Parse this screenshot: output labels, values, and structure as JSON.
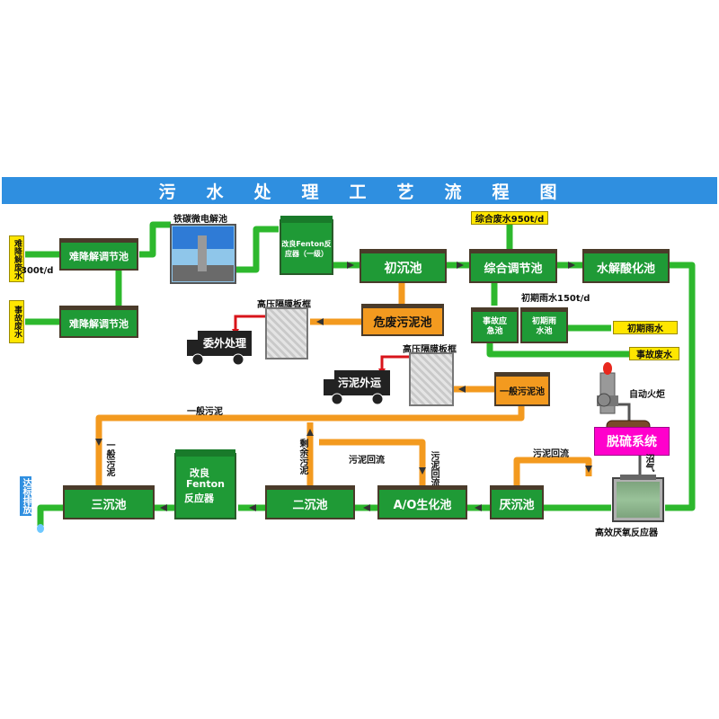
{
  "title": "污水处理工艺流程图",
  "inputs": {
    "nanjiang_label": "难降解废水",
    "nanjiang_flow": "300t/d",
    "accident_label": "事故废水",
    "comprehensive_label": "综合废水950t/d",
    "initial_rain_flow": "初期雨水150t/d",
    "initial_rain_label": "初期雨水",
    "accident_label_right": "事故废水"
  },
  "units": {
    "nanjiang_tank1": "难降解调节池",
    "nanjiang_tank2": "难降解调节池",
    "iron_carbon": "铁碳微电解池",
    "fenton1": "改良Fenton反应器（一级）",
    "primary_settling": "初沉池",
    "comprehensive_tank": "综合调节池",
    "hydrolysis": "水解酸化池",
    "hazardous_sludge": "危废污泥池",
    "accident_pool": "事故应急池",
    "rain_pool": "初期雨水池",
    "filter_press_1": "高压隔膜板框",
    "filter_press_2": "高压隔膜板框",
    "truck_outsource": "委外处理",
    "truck_transport": "污泥外运",
    "general_sludge_pool": "一般污泥池",
    "flare": "自动火炬",
    "desulfurization": "脱硫系统",
    "biogas": "沼气",
    "anaerobic_reactor": "高效厌氧反应器",
    "anaerobic_settling": "厌沉池",
    "ao_bio": "A/O生化池",
    "secondary_settling": "二沉池",
    "fenton2_line1": "改良",
    "fenton2_line2": "Fenton",
    "fenton2_line3": "反应器",
    "tertiary_settling": "三沉池",
    "discharge": "达标排放"
  },
  "labels": {
    "general_sludge_line": "一般污泥",
    "general_sludge_vertical": "一般污泥",
    "excess_sludge": "剩余污泥",
    "sludge_return_1": "污泥回流",
    "sludge_return_2": "污泥回流",
    "sludge_return_3": "污泥回流"
  },
  "colors": {
    "banner": "#2f8fe0",
    "water_pipe": "#2db82d",
    "sludge_pipe": "#f39a1f",
    "hazardous_pipe": "#d8141a",
    "tank_green": "#1f9a36",
    "desulfurization": "#ff00cc",
    "label_yellow": "#ffe600"
  }
}
